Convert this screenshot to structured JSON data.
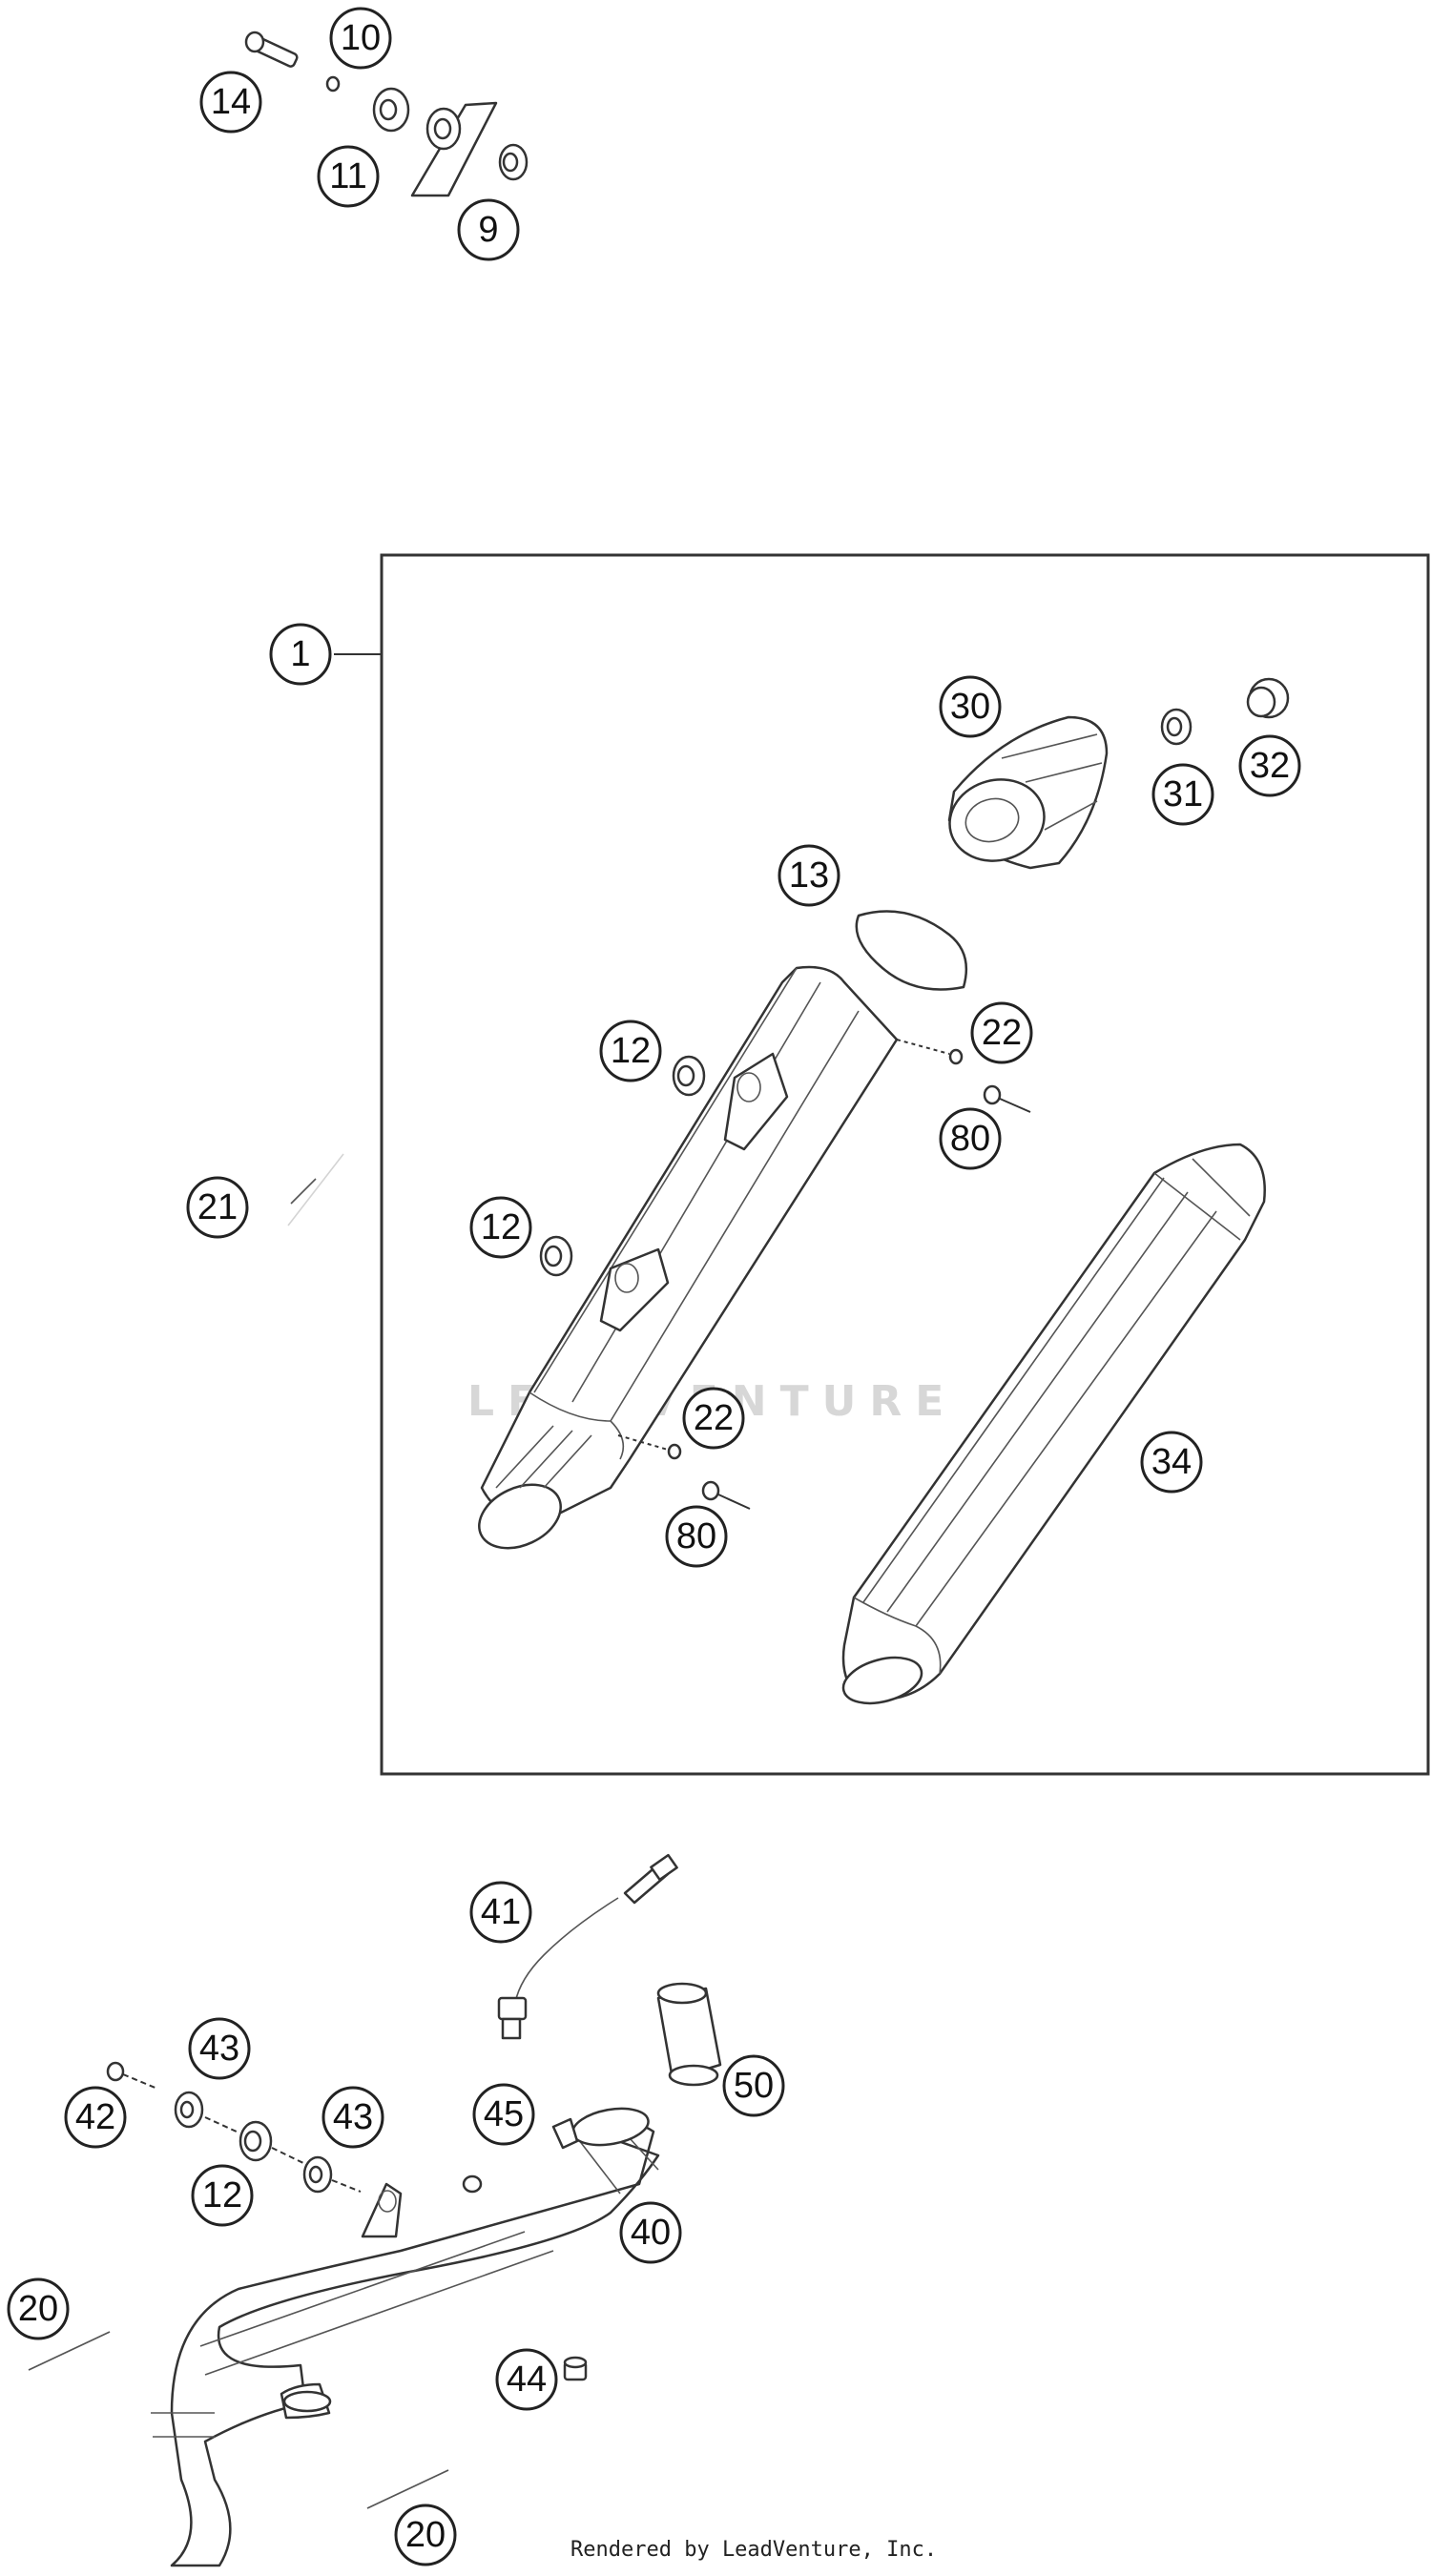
{
  "watermark": "LEADVENTURE",
  "footer": "Rendered by LeadVenture, Inc.",
  "callouts": [
    "10",
    "14",
    "11",
    "9",
    "1",
    "30",
    "31",
    "32",
    "13",
    "22",
    "12",
    "80",
    "21",
    "12",
    "22",
    "80",
    "34",
    "41",
    "43",
    "42",
    "50",
    "45",
    "43",
    "12",
    "40",
    "20",
    "44",
    "20"
  ]
}
